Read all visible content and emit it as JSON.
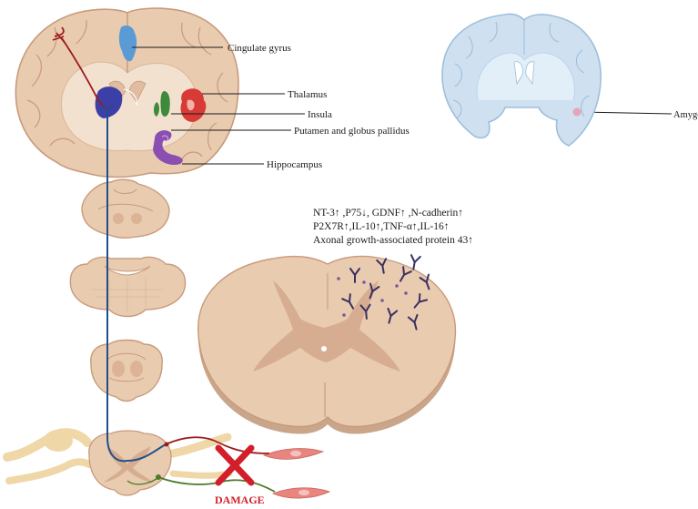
{
  "labels": {
    "cingulate": "Cingulate  gyrus",
    "thalamus": "Thalamus",
    "insula": "Insula",
    "putamen": "Putamen  and globus  pallidus",
    "hippocampus": "Hippocampus",
    "amygdala": "Amygdala",
    "damage": "DAMAGE"
  },
  "molecules": [
    "NT-3↑ ,P75↓, GDNF↑ ,N-cadherin↑",
    "P2X7R↑,IL-10↑,TNF-α↑,IL-16↑",
    "Axonal  growth-associated protein 43↑"
  ],
  "colors": {
    "tissue": "#e9cbb0",
    "tissue_dark": "#c89a7c",
    "white_matter": "#f3e1d0",
    "blue_brain": "#cfe1f0",
    "blue_brain_edge": "#9fbedb",
    "cingulate": "#5b9bd5",
    "thalamus": "#d83a36",
    "insula": "#3c8a3a",
    "putamen": "#3b3fa6",
    "hippocampus": "#8a4fb0",
    "amygdala": "#e9a3b8",
    "pathway_blue": "#1f4f8a",
    "pathway_red": "#9b1c1c",
    "pathway_green": "#4f7a2a",
    "antibody": "#3a3060",
    "damage_x": "#d21f2a",
    "nerve": "#efd7a8",
    "muscle": "#e8857f"
  }
}
